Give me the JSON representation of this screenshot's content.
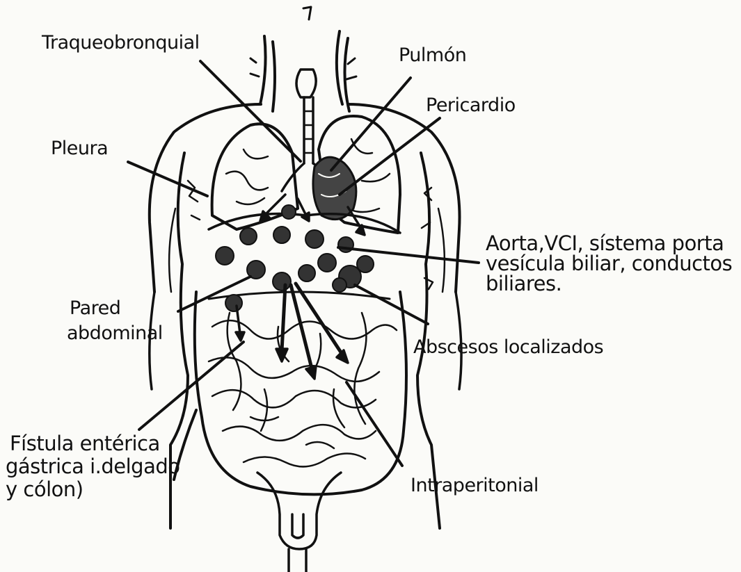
{
  "labels": {
    "traqueobronquial": "Traqueobronquial",
    "pulmon": "Pulmón",
    "pericardio": "Pericardio",
    "pleura": "Pleura",
    "aorta_l1": "Aorta,VCI, sístema porta",
    "aorta_l2": "vesícula biliar, conductos",
    "aorta_l3": "biliares.",
    "pared_l1": "Pared",
    "pared_l2": "abdominal",
    "abscesos": "Abscesos localizados",
    "fistula_l1": "Fístula entérica",
    "fistula_l2": "gástrica i.delgado",
    "fistula_l3": "y cólon)",
    "intraperitonial": "Intraperitonial"
  },
  "colors": {
    "ink": "#111111",
    "paper": "#fbfbf8"
  }
}
